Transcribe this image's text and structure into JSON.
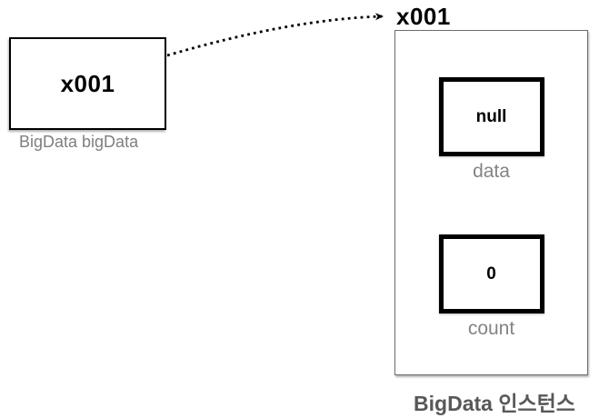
{
  "reference": {
    "value": "x001",
    "label": "BigData bigData"
  },
  "instance": {
    "address_label": "x001",
    "title": "BigData 인스턴스",
    "fields": [
      {
        "value": "null",
        "name": "data"
      },
      {
        "value": "0",
        "name": "count"
      }
    ]
  },
  "colors": {
    "box_border": "#000000",
    "instance_border": "#6d6d6d",
    "field_label_gray": "#848484",
    "reference_label_gray": "#7f7f7f",
    "title_gray": "#58585a",
    "arrow": "#000000",
    "background": "#ffffff"
  }
}
